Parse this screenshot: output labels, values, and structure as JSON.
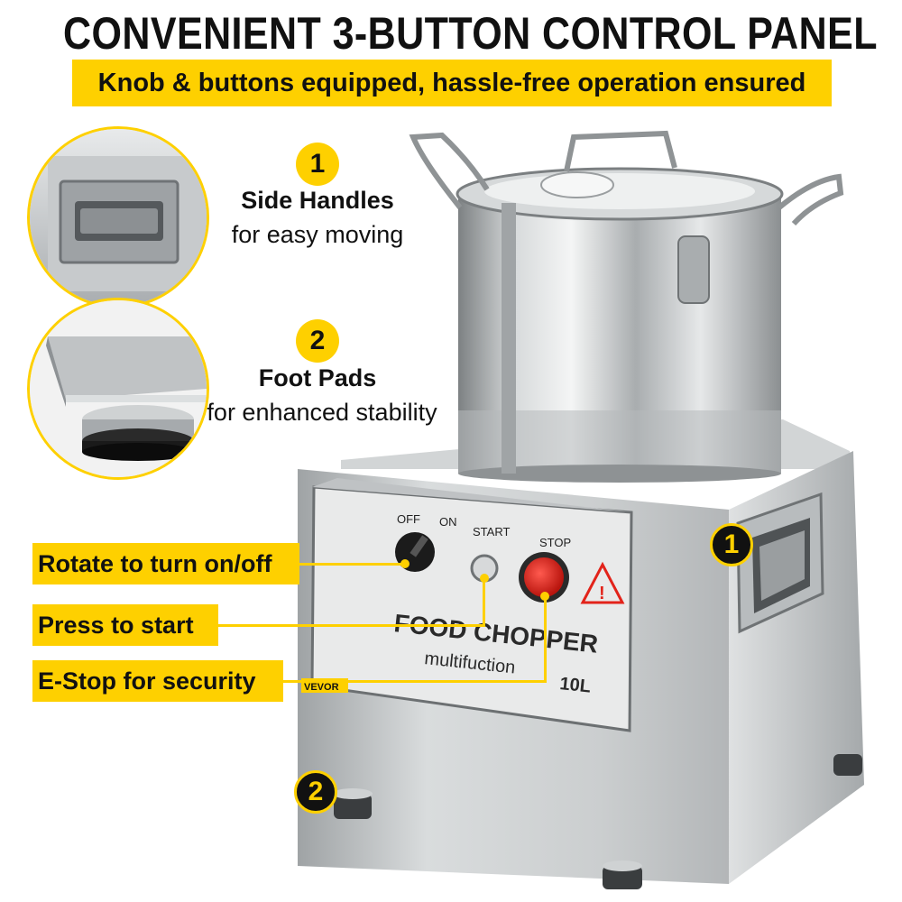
{
  "header": {
    "title": "CONVENIENT 3-BUTTON CONTROL PANEL",
    "subtitle": "Knob & buttons equipped, hassle-free operation ensured"
  },
  "features": [
    {
      "number": "1",
      "title": "Side Handles",
      "description": "for easy moving"
    },
    {
      "number": "2",
      "title": "Foot Pads",
      "description": "for enhanced stability"
    }
  ],
  "callouts": {
    "rotate": "Rotate to turn on/off",
    "press": "Press to start",
    "estop": "E-Stop for security"
  },
  "panel": {
    "off_label": "OFF",
    "on_label": "ON",
    "start_label": "START",
    "stop_label": "STOP",
    "product_name": "FOOD CHOPPER",
    "product_sub": "multifuction",
    "capacity": "10L",
    "brand": "VEVOR"
  },
  "markers": {
    "handle": "1",
    "foot": "2"
  },
  "colors": {
    "accent": "#fed000",
    "steel": "#c9ccce",
    "stop_button": "#e2231a"
  }
}
